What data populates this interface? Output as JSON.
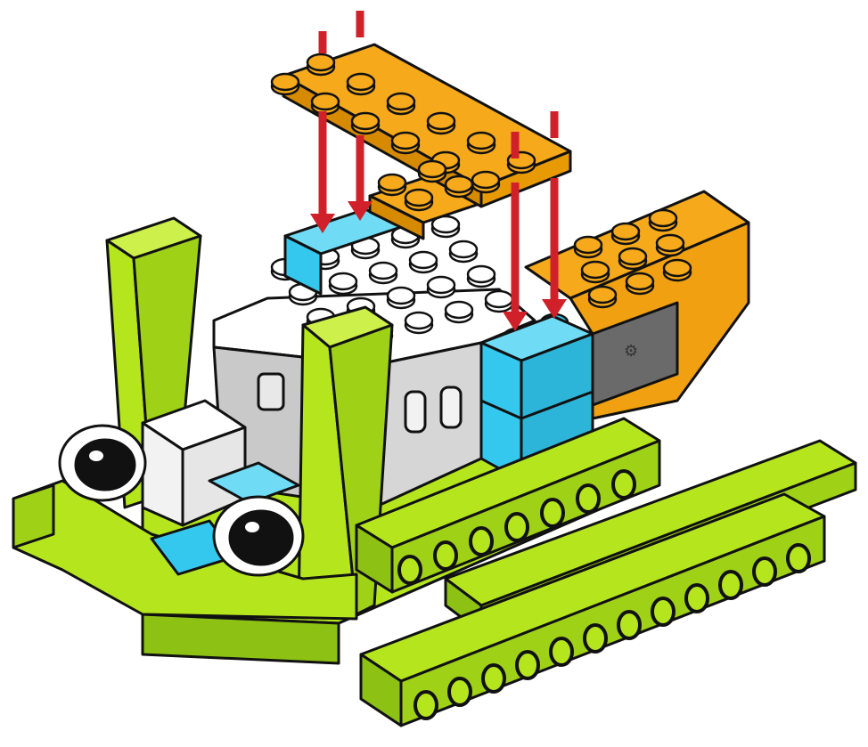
{
  "instruction": {
    "step_kind": "attach plates",
    "arrow_count": 4,
    "arrow_color": "#d0202a"
  },
  "palette": {
    "lime": "#b5e61d",
    "lime_dark": "#8dc214",
    "orange": "#f5a91b",
    "orange_dark": "#d68a00",
    "azure": "#35c8ee",
    "white": "#ffffff",
    "gray": "#c9c9c9",
    "dark_gray": "#6a6a6a",
    "outline": "#111111"
  },
  "parts": [
    {
      "name": "orange-plate-2x6",
      "color": "orange",
      "role": "being attached"
    },
    {
      "name": "orange-plate-2x4",
      "color": "orange"
    },
    {
      "name": "orange-wedge-brick",
      "color": "orange"
    },
    {
      "name": "azure-brick-stack",
      "color": "azure"
    },
    {
      "name": "smarthub-body",
      "color": "white"
    },
    {
      "name": "lime-curved-arms",
      "color": "lime"
    },
    {
      "name": "lime-technic-beams",
      "color": "lime"
    },
    {
      "name": "googly-eyes",
      "color": "white"
    }
  ]
}
